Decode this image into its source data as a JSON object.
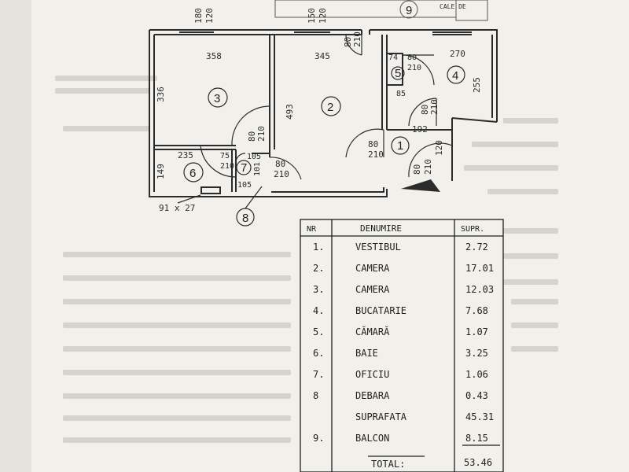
{
  "plan": {
    "dims": {
      "w1": "180",
      "w1b": "120",
      "w2": "150",
      "w2b": "120",
      "door_top": "80",
      "door_top_b": "210",
      "r3_width": "358",
      "r2_width": "345",
      "r4_width": "270",
      "r3_height": "336",
      "r2_height": "493",
      "r4_height": "255",
      "r5_a": "74",
      "r5_b": "80",
      "r5_c": "210",
      "r5_d": "85",
      "d_mid": "80",
      "d_mid_b": "210",
      "w_192": "192",
      "d1": "80",
      "d1b": "210",
      "d_right": "80",
      "d_right_b": "210",
      "v120": "120",
      "d_r3": "80",
      "d_r3b": "210",
      "b_235": "235",
      "b_149": "149",
      "o_75": "75",
      "o_210": "210",
      "o_105a": "105",
      "o_101": "101",
      "o_105b": "105",
      "d_o": "80",
      "d_ob": "210",
      "duct": "91 x 27"
    },
    "rooms": [
      "1",
      "2",
      "3",
      "4",
      "5",
      "6",
      "7",
      "8",
      "9"
    ],
    "stamp_text": "CALE DE"
  },
  "table": {
    "headers": [
      "NR",
      "DENUMIRE",
      "SUPR."
    ],
    "rows": [
      {
        "nr": "1.",
        "name": "VESTIBUL",
        "area": "2.72"
      },
      {
        "nr": "2.",
        "name": "CAMERA",
        "area": "17.01"
      },
      {
        "nr": "3.",
        "name": "CAMERA",
        "area": "12.03"
      },
      {
        "nr": "4.",
        "name": "BUCATARIE",
        "area": "7.68"
      },
      {
        "nr": "5.",
        "name": "CĂMARĂ",
        "area": "1.07"
      },
      {
        "nr": "6.",
        "name": "BAIE",
        "area": "3.25"
      },
      {
        "nr": "7.",
        "name": "OFICIU",
        "area": "1.06"
      },
      {
        "nr": "8",
        "name": "DEBARA",
        "area": "0.43"
      },
      {
        "nr": "",
        "name": "SUPRAFATA",
        "area": "45.31"
      },
      {
        "nr": "9.",
        "name": "BALCON",
        "area": "8.15"
      }
    ],
    "total_label": "TOTAL:",
    "total_value": "53.46"
  },
  "colors": {
    "ink": "#2b2b2b",
    "paper": "#f1f0eb",
    "table_line": "#1f1f1f"
  }
}
